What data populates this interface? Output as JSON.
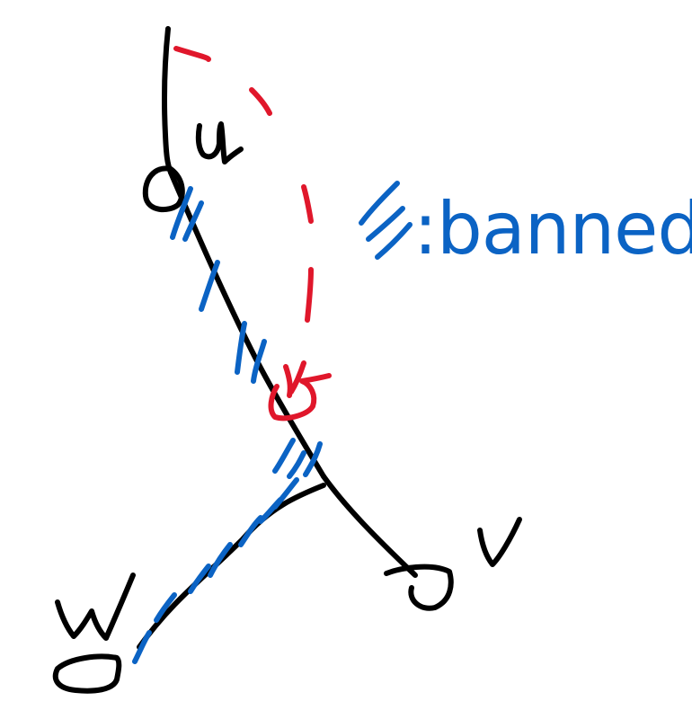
{
  "diagram": {
    "nodes": [
      {
        "id": "u",
        "label": "u"
      },
      {
        "id": "v",
        "label": "v"
      },
      {
        "id": "w",
        "label": "w"
      }
    ],
    "legend": {
      "label": ":banned"
    },
    "colors": {
      "edge": "#000000",
      "banned_mark": "#0b63c4",
      "highlight": "#e0172b",
      "background": "#ffffff"
    }
  }
}
